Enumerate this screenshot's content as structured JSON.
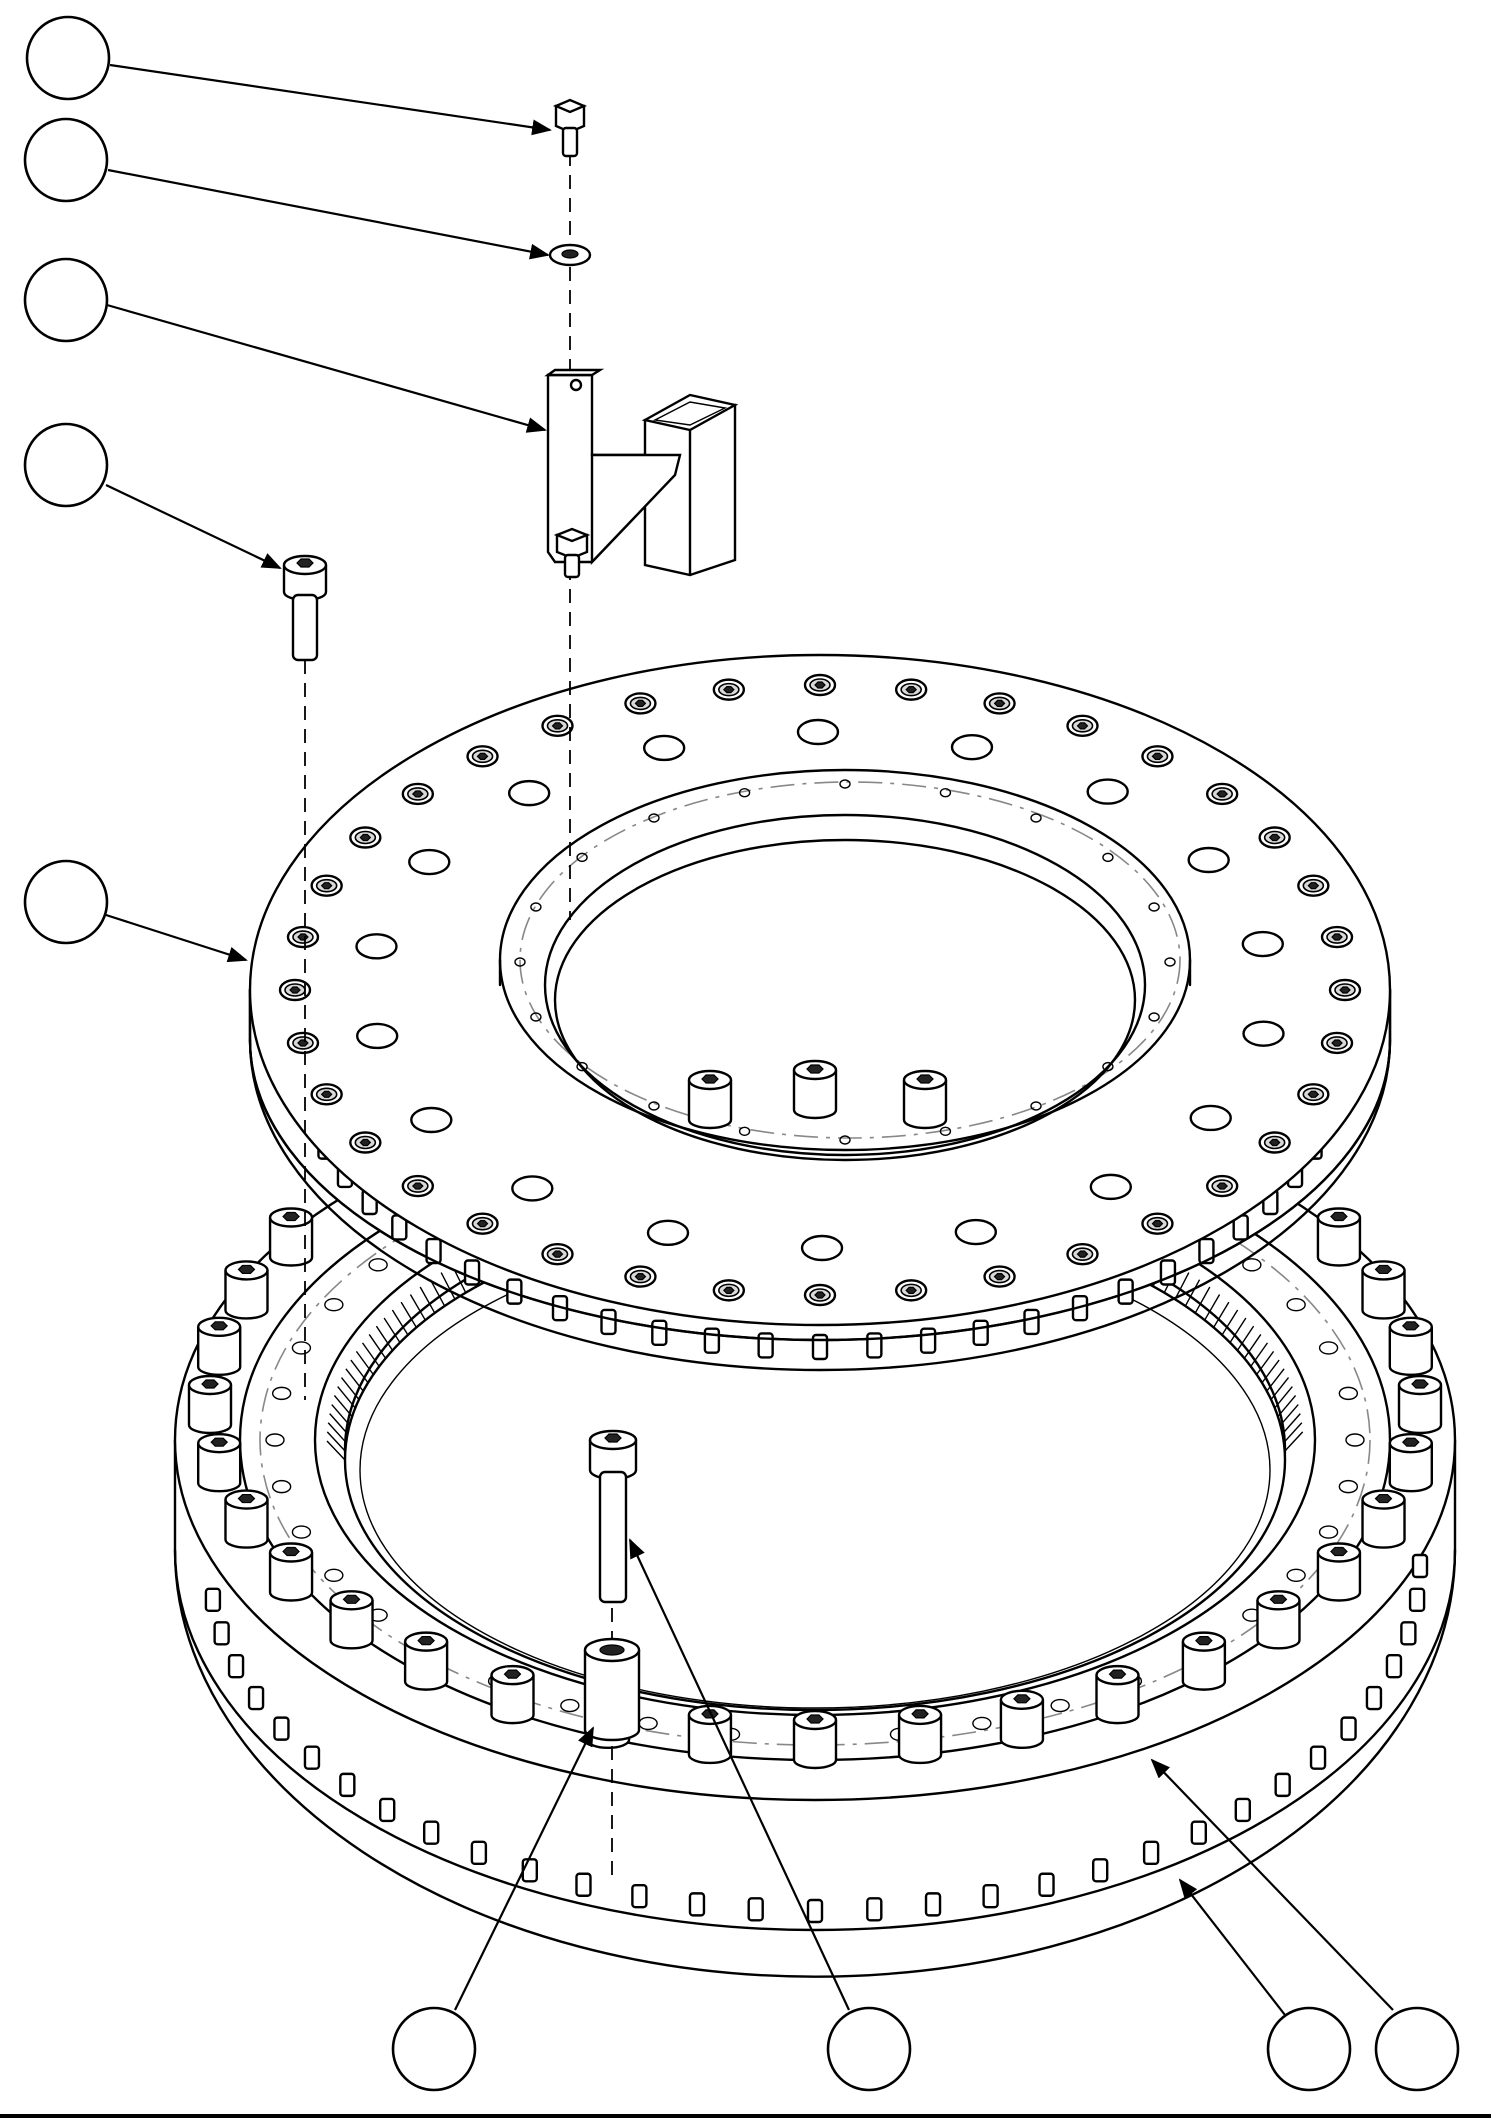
{
  "drawing": {
    "balloons": [
      {
        "id": "b1",
        "target": "hex-bolt"
      },
      {
        "id": "b2",
        "target": "lock-washer"
      },
      {
        "id": "b3",
        "target": "bracket"
      },
      {
        "id": "b4",
        "target": "socket-head-cap-screw-upper"
      },
      {
        "id": "b5",
        "target": "top-flange-plate"
      },
      {
        "id": "b6",
        "target": "spacer-sleeve"
      },
      {
        "id": "b7",
        "target": "socket-head-cap-screw-long"
      },
      {
        "id": "b8",
        "target": "slewing-ring-base"
      },
      {
        "id": "b9",
        "target": "ring-bolts"
      }
    ]
  }
}
